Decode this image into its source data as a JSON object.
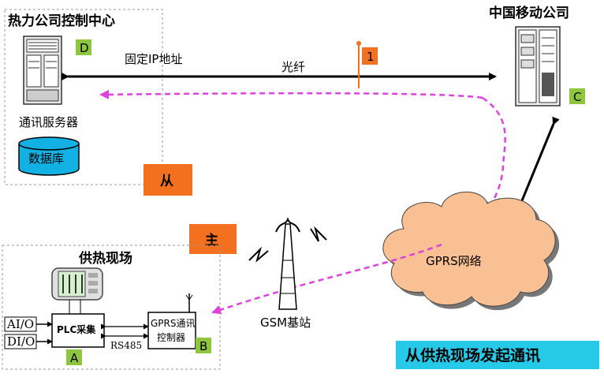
{
  "control_center": {
    "title": "热力公司控制中心",
    "server_label": "通讯服务器",
    "database_label": "数据库",
    "tag_d": "D",
    "slave_label": "从"
  },
  "mobile": {
    "title": "中国移动公司",
    "tag_c": "C"
  },
  "link": {
    "ip_label": "固定IP地址",
    "fiber_label": "光纤",
    "flag_label": "1"
  },
  "gprs": {
    "network_label": "GPRS网络"
  },
  "gsm": {
    "station_label": "GSM基站"
  },
  "site": {
    "master_label": "主",
    "title": "供热现场",
    "ai_label": "AI/O",
    "di_label": "DI/O",
    "plc_label": "PLC采集",
    "tag_a": "A",
    "rs485_label": "RS485",
    "gprs_ctrl_line1": "GPRS通讯",
    "gprs_ctrl_line2": "控制器",
    "tag_b": "B"
  },
  "banner": {
    "text": "从供热现场发起通讯"
  },
  "colors": {
    "orange": "#f2701e",
    "green_tag": "#8ec63f",
    "magenta": "#e040e0",
    "cloud": "#f9c193",
    "banner": "#26c9e8",
    "database": "#11b1e4"
  }
}
